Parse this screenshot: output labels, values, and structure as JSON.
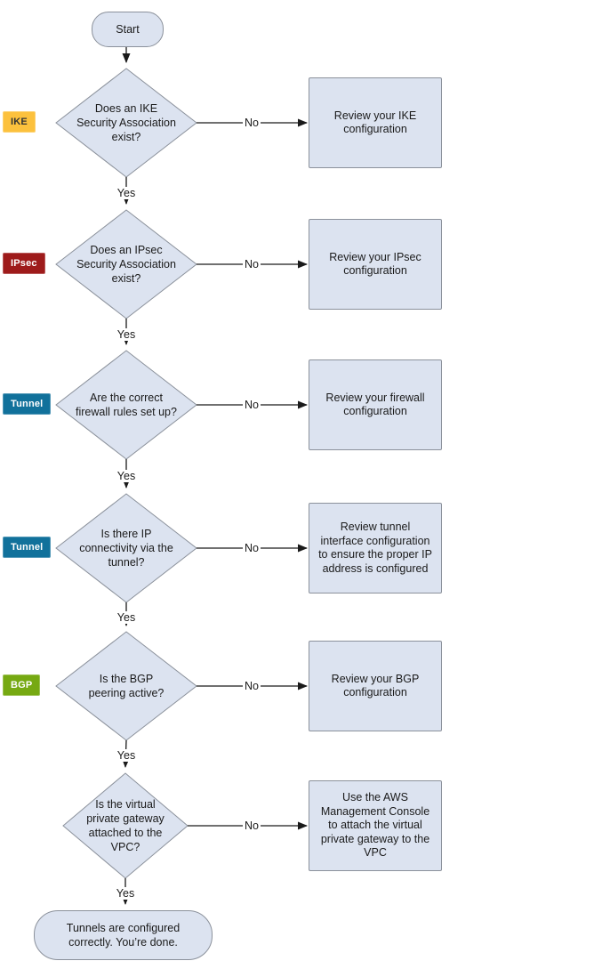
{
  "flowchart": {
    "colors": {
      "node_fill": "#dce3f0",
      "node_border": "#8b919b",
      "connector": "#1a1a1a"
    },
    "start": {
      "label": "Start"
    },
    "end": {
      "label": "Tunnels are configured\ncorrectly. You’re done."
    },
    "steps": [
      {
        "tag": {
          "label": "IKE",
          "bg": "#fcc13d",
          "fg": "#333333"
        },
        "question": "Does an IKE\nSecurity Association\nexist?",
        "no_label": "No",
        "yes_label": "Yes",
        "no_action": "Review your IKE\nconfiguration"
      },
      {
        "tag": {
          "label": "IPsec",
          "bg": "#9e1b1b",
          "fg": "#ffffff"
        },
        "question": "Does an IPsec\nSecurity Association\nexist?",
        "no_label": "No",
        "yes_label": "Yes",
        "no_action": "Review your IPsec\nconfiguration"
      },
      {
        "tag": {
          "label": "Tunnel",
          "bg": "#11719b",
          "fg": "#ffffff"
        },
        "question": "Are the correct\nfirewall rules set up?",
        "no_label": "No",
        "yes_label": "Yes",
        "no_action": "Review your firewall\nconfiguration"
      },
      {
        "tag": {
          "label": "Tunnel",
          "bg": "#11719b",
          "fg": "#ffffff"
        },
        "question": "Is there IP\nconnectivity via the\ntunnel?",
        "no_label": "No",
        "yes_label": "Yes",
        "no_action": "Review tunnel\ninterface configuration\nto ensure the proper IP\naddress is configured"
      },
      {
        "tag": {
          "label": "BGP",
          "bg": "#76a912",
          "fg": "#ffffff"
        },
        "question": "Is the BGP\npeering active?",
        "no_label": "No",
        "yes_label": "Yes",
        "no_action": "Review your BGP\nconfiguration"
      },
      {
        "question": "Is the virtual\nprivate gateway\nattached to the\nVPC?",
        "no_label": "No",
        "yes_label": "Yes",
        "no_action": "Use the AWS\nManagement Console\nto attach the virtual\nprivate gateway to the\nVPC"
      }
    ]
  }
}
